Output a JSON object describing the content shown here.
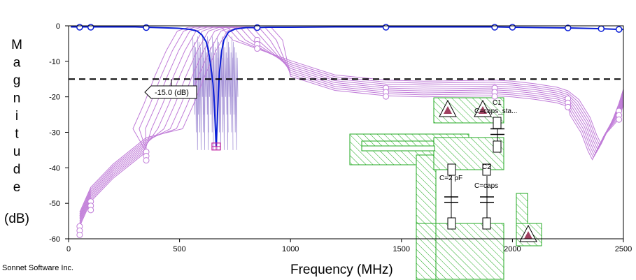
{
  "chart_data": {
    "type": "line",
    "ylabel_letters": [
      "M",
      "a",
      "g",
      "n",
      "i",
      "t",
      "u",
      "d",
      "e"
    ],
    "ylabel_unit": "(dB)",
    "xlabel": "Frequency (MHz)",
    "credit": "Sonnet Software Inc.",
    "xlim": [
      0,
      2500
    ],
    "ylim": [
      -60,
      0
    ],
    "xticks": [
      "0",
      "500",
      "1000",
      "1500",
      "2000",
      "2500"
    ],
    "yticks": [
      "0",
      "-10",
      "-20",
      "-30",
      "-40",
      "-50",
      "-60"
    ],
    "xtick_values": [
      0,
      500,
      1000,
      1500,
      2000,
      2500
    ],
    "ytick_values": [
      0,
      -10,
      -20,
      -30,
      -40,
      -50,
      -60
    ],
    "threshold": {
      "y": -15,
      "label": "-15.0  (dB)"
    },
    "marker": {
      "x": 665,
      "y": -34
    },
    "colors": {
      "main": "#0a1ed6",
      "sweep": "#c07cd8",
      "threshold": "#000000",
      "layout": "#22aa22"
    },
    "main_series": {
      "x": [
        10,
        50,
        100,
        200,
        300,
        350,
        400,
        450,
        500,
        550,
        580,
        600,
        620,
        630,
        640,
        650,
        655,
        660,
        665,
        670,
        675,
        680,
        690,
        700,
        720,
        750,
        800,
        850,
        900,
        1000,
        1200,
        1430,
        1500,
        1700,
        1920,
        2000,
        2250,
        2400,
        2480,
        2500
      ],
      "y": [
        -0.3,
        -0.3,
        -0.3,
        -0.3,
        -0.3,
        -0.4,
        -0.5,
        -0.6,
        -0.7,
        -1,
        -1.5,
        -2.5,
        -4.5,
        -7,
        -11,
        -16,
        -20,
        -27,
        -34,
        -27,
        -19,
        -13,
        -7,
        -4,
        -1.8,
        -0.9,
        -0.5,
        -0.5,
        -0.4,
        -0.4,
        -0.3,
        -0.3,
        -0.3,
        -0.3,
        -0.3,
        -0.4,
        -0.6,
        -0.8,
        -1,
        -1
      ]
    },
    "main_circles": {
      "x": [
        50,
        100,
        350,
        850,
        1430,
        1920,
        2000,
        2250,
        2400,
        2480
      ],
      "y": [
        -0.4,
        -0.4,
        -0.5,
        -0.5,
        -0.4,
        -0.4,
        -0.4,
        -0.6,
        -0.8,
        -1
      ]
    },
    "sweep_series": {
      "count": 9,
      "x": [
        50,
        100,
        200,
        300,
        350,
        400,
        450,
        500,
        550,
        600,
        650,
        700,
        800,
        850,
        1000,
        1200,
        1430,
        1600,
        1920,
        2000,
        2100,
        2200,
        2250,
        2300,
        2350,
        2380,
        2400,
        2450,
        2480,
        2500
      ],
      "y": [
        -56.5,
        -49.5,
        -43,
        -38,
        -35.5,
        -29,
        -22,
        -14,
        -7,
        -1.5,
        -0.4,
        -0.3,
        -0.5,
        -4,
        -12,
        -16,
        -17.5,
        -17.8,
        -17.5,
        -17.8,
        -18.5,
        -19.5,
        -20.5,
        -23,
        -28,
        -33,
        -35.5,
        -29,
        -24,
        -20
      ],
      "dip_step_x": 28,
      "offset_step_y": -0.35
    },
    "sweep_circles": {
      "x": [
        50,
        100,
        350,
        850,
        1430,
        1920,
        2250,
        2480
      ],
      "y": [
        -56.5,
        -49.5,
        -35.5,
        -4,
        -17.5,
        -17.5,
        -20.5,
        -24
      ]
    },
    "layout": {
      "cap_labels": [
        "C1",
        "C=caps_sta...",
        "C=2 pF",
        "C=caps",
        "C2"
      ]
    }
  }
}
